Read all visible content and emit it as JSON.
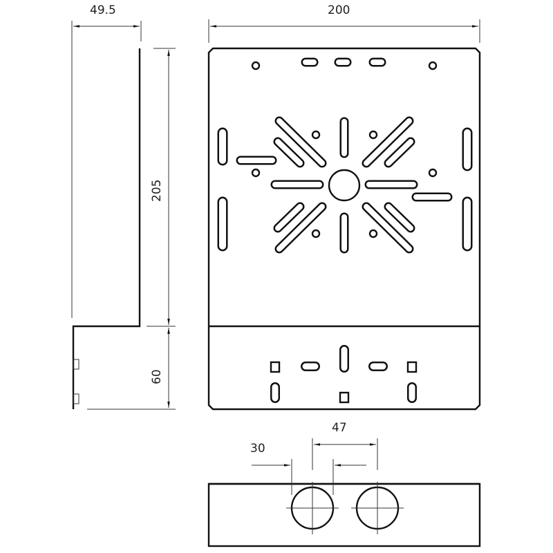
{
  "drawing": {
    "dimensions": {
      "flange_width": "49.5",
      "plate_width": "200",
      "plate_height": "205",
      "lower_height": "60",
      "hole_spacing": "47",
      "hole_diameter": "30"
    },
    "line_color": "#111111",
    "background": "#ffffff"
  }
}
